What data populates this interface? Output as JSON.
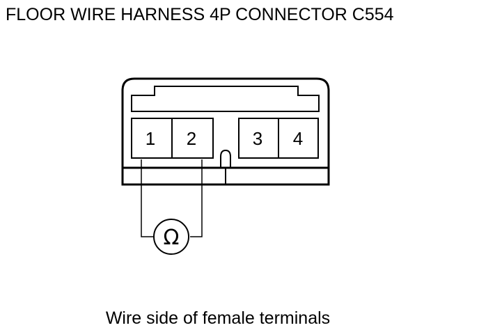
{
  "title": "FLOOR WIRE HARNESS 4P CONNECTOR C554",
  "caption": "Wire side of female terminals",
  "connector": {
    "terminals": [
      "1",
      "2",
      "3",
      "4"
    ]
  },
  "meter": {
    "symbol": "Ω",
    "icon": "ohmmeter-icon"
  }
}
